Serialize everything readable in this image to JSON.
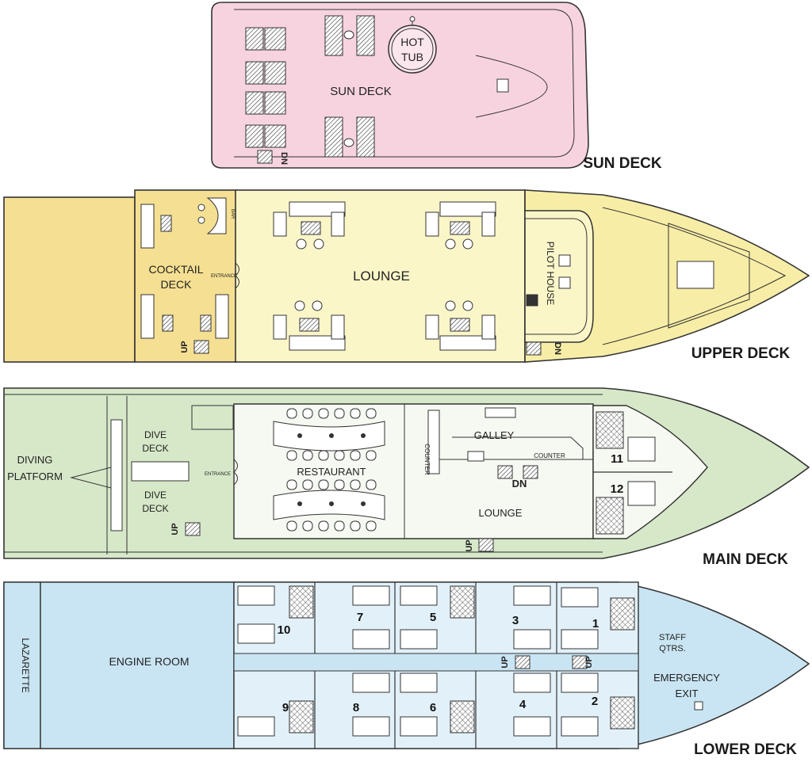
{
  "decks": {
    "sun": {
      "title": "SUN DECK",
      "label": "SUN DECK",
      "hot_tub_line1": "HOT",
      "hot_tub_line2": "TUB",
      "stair": "DN",
      "fill": "#f7d3e0"
    },
    "upper": {
      "title": "UPPER DECK",
      "cocktail_line1": "COCKTAIL",
      "cocktail_line2": "DECK",
      "entrance": "ENTRANCE",
      "bar": "BAR",
      "lounge": "LOUNGE",
      "pilot_house": "PILOT HOUSE",
      "stair_up": "UP",
      "stair_dn": "DN",
      "fill_aft": "#f5df92",
      "fill_main": "#fbf6c8",
      "fill_bow": "#f7eda6"
    },
    "main": {
      "title": "MAIN DECK",
      "diving_line1": "DIVING",
      "diving_line2": "PLATFORM",
      "dive_deck_1a": "DIVE",
      "dive_deck_1b": "DECK",
      "dive_deck_2a": "DIVE",
      "dive_deck_2b": "DECK",
      "entrance": "ENTRANCE",
      "restaurant": "RESTAURANT",
      "galley": "GALLEY",
      "counter_vertical": "COUNTER",
      "counter_horizontal": "COUNTER",
      "lounge": "LOUNGE",
      "stair_dn": "DN",
      "stair_up_aft": "UP",
      "stair_up_mid": "UP",
      "cabins": [
        "11",
        "12"
      ],
      "fill": "#d6e8c8",
      "fill_interior": "#f6f9f1"
    },
    "lower": {
      "title": "LOWER DECK",
      "lazarette": "LAZARETTE",
      "engine_room": "ENGINE ROOM",
      "staff_line1": "STAFF",
      "staff_line2": "QTRS.",
      "emergency_line1": "EMERGENCY",
      "emergency_line2": "EXIT",
      "stair_up_1": "UP",
      "stair_up_2": "UP",
      "cabins_top": [
        "10",
        "7",
        "5",
        "3",
        "1"
      ],
      "cabins_bottom": [
        "9",
        "8",
        "6",
        "4",
        "2"
      ],
      "fill": "#c9e5f3",
      "fill_interior": "#e2f1f9"
    }
  }
}
